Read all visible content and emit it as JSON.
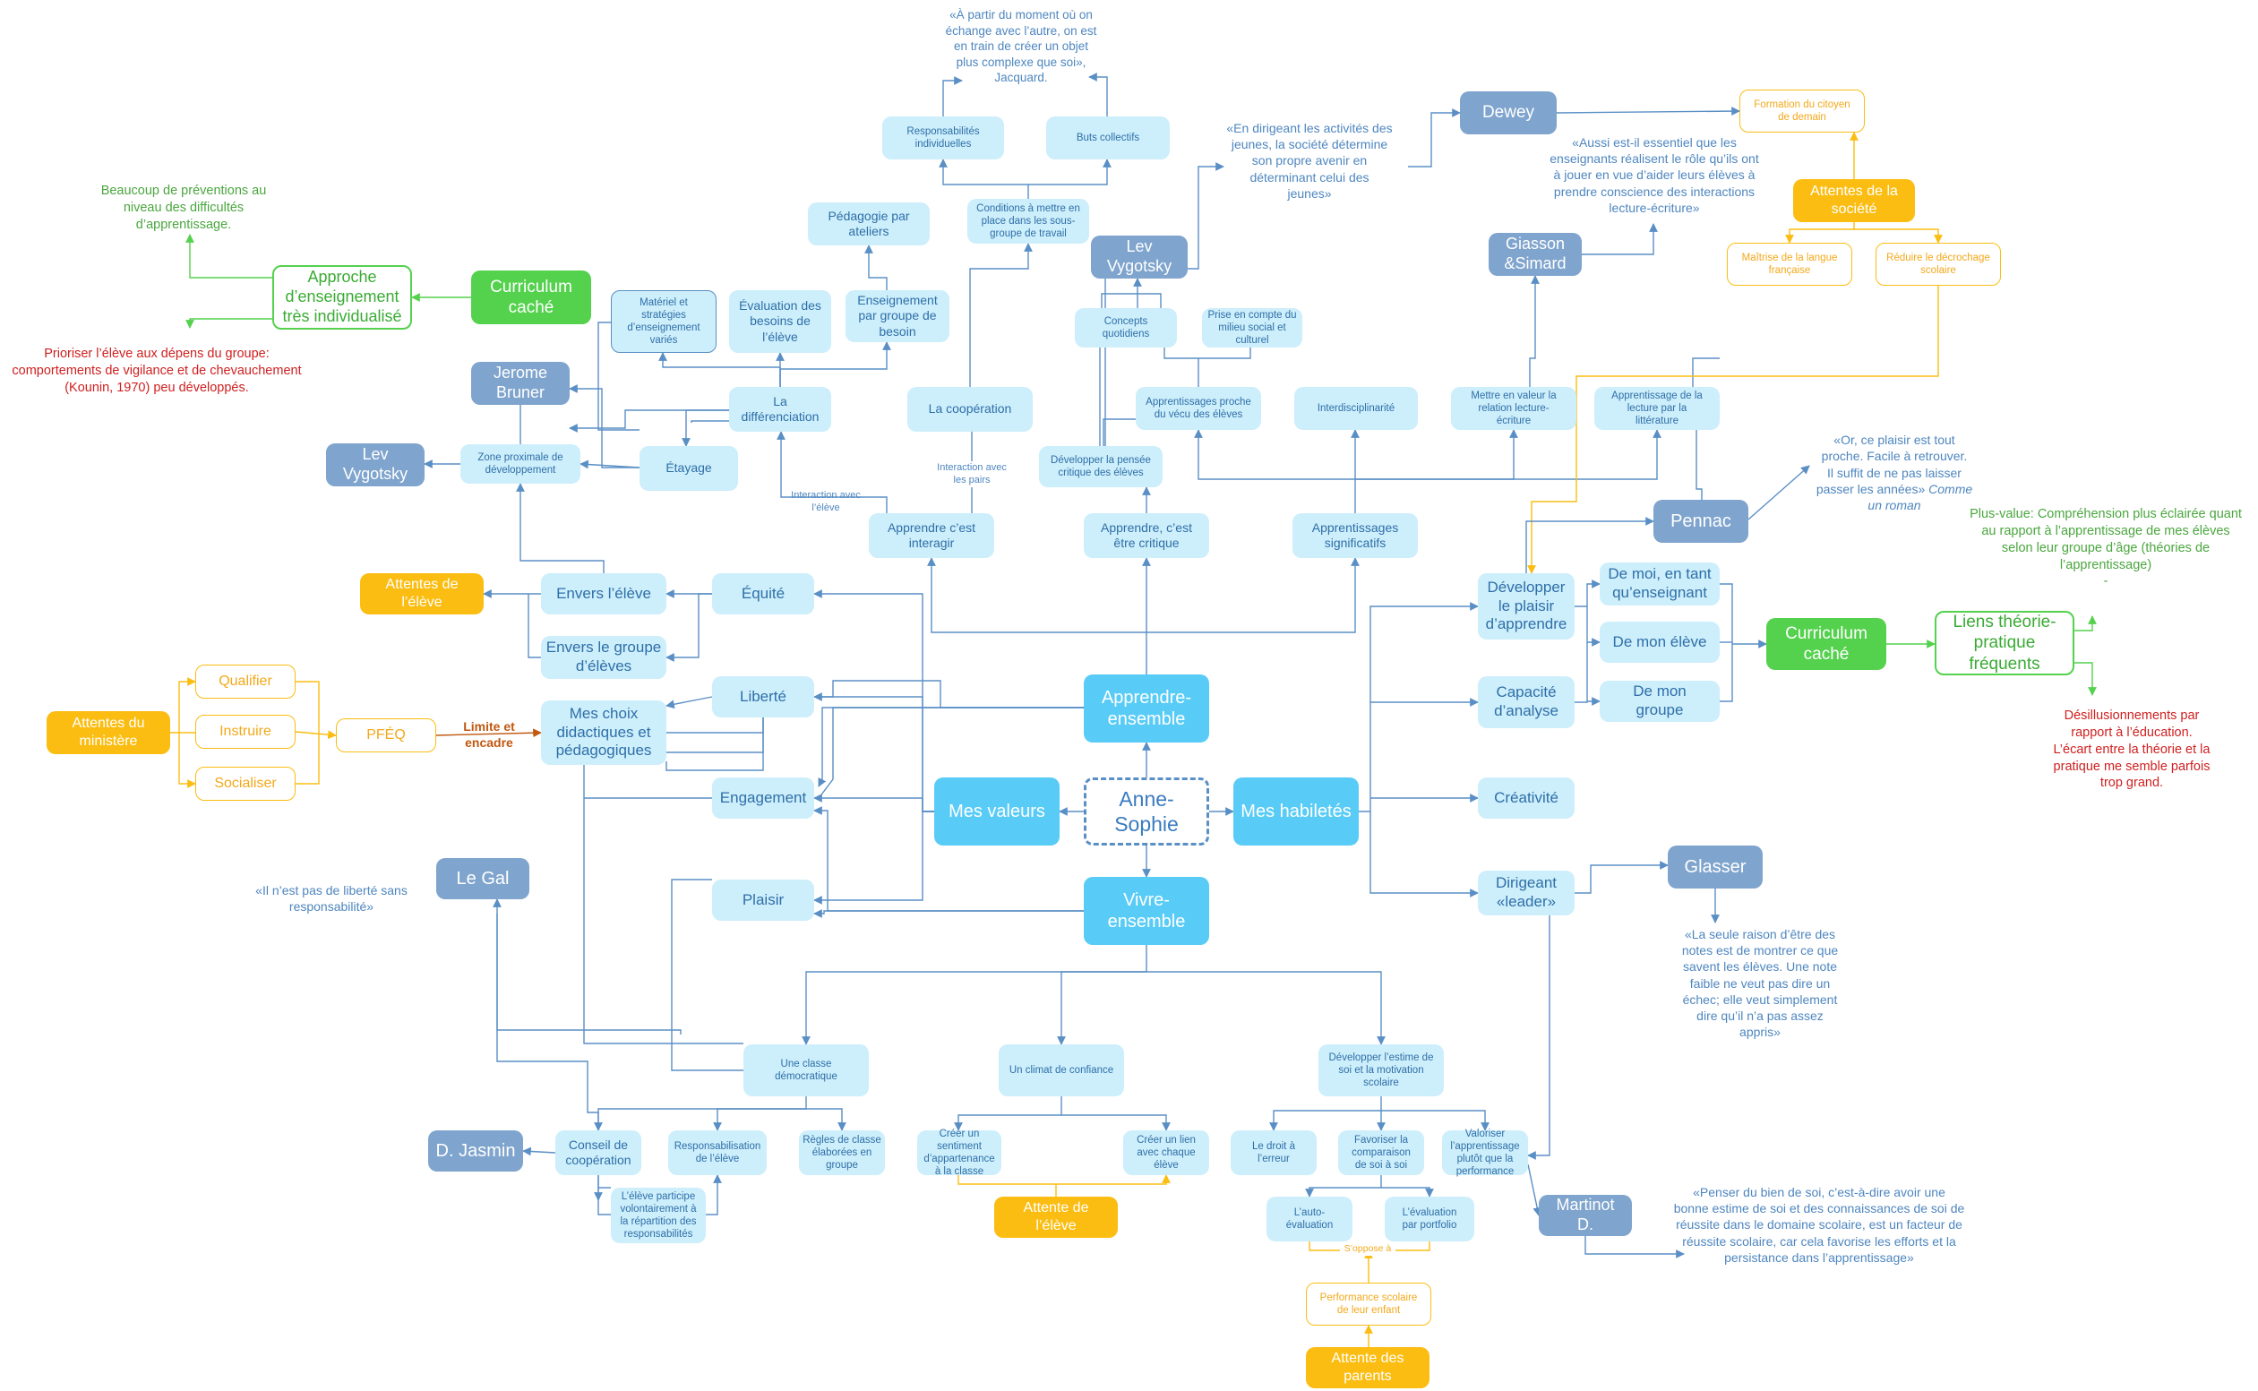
{
  "center": "Anne-Sophie",
  "main": {
    "apprendre": "Apprendre-\nensemble",
    "vivre": "Vivre-\nensemble",
    "valeurs": "Mes valeurs",
    "habiletes": "Mes habiletés"
  },
  "apprendre_branch": {
    "interagir": "Apprendre c’est\ninteragir",
    "critique": "Apprendre, c’est\nêtre critique",
    "significatifs": "Apprentissages\nsignificatifs",
    "cooperation": "La coopération",
    "differenciation": "La\ndifférenciation",
    "etayage": "Étayage",
    "zone": "Zone proximale de\ndéveloppement",
    "vygotsky_left": "Lev\nVygotsky",
    "bruner": "Jerome\nBruner",
    "materiel": "Matériel et\nstratégies\nd’enseignement\nvariés",
    "evaluation": "Évaluation des\nbesoins de\nl’élève",
    "enseignement_groupe": "Enseignement\npar groupe de\nbesoin",
    "pedagogie": "Pédagogie  par\nateliers",
    "conditions": "Conditions à mettre en\nplace dans les sous-\ngroupe de travail",
    "responsabilites": "Responsabilités\nindividuelles",
    "buts": "Buts collectifs",
    "jacquard": "«À partir du moment où on\néchange avec l’autre, on est\nen train de créer un objet\nplus complexe que soi»,\nJacquard.",
    "interaction_eleve": "Interaction avec\nl’élève",
    "interaction_pairs": "Interaction avec\nles pairs",
    "pensee_critique": "Développer la pensée\ncritique des élèves",
    "vecu": "Apprentissages proche\ndu vécu des élèves",
    "concepts": "Concepts\nquotidiens",
    "vygotsky_top": "Lev\nVygotsky",
    "milieu": "Prise en compte du\nmilieu social et\nculturel",
    "dewey_quote": "«En dirigeant les activités des\njeunes, la société détermine\nson propre avenir en\ndéterminant celui des\njeunes»",
    "dewey": "Dewey",
    "interdisciplinarite": "Interdisciplinarité",
    "relation": "Mettre en valeur la\nrelation lecture-\nécriture",
    "giasson": "Giasson\n&Simard",
    "giasson_quote": "«Aussi est-il essentiel que les\nenseignants réalisent le rôle qu’ils ont\nà jouer en vue d’aider leurs élèves à\nprendre conscience des interactions\nlecture-écriture»",
    "lecture_litterature": "Apprentissage de la\nlecture par la\nlittérature",
    "attentes_societe": "Attentes de la\nsociété",
    "citoyen": "Formation du citoyen\nde demain",
    "langue": "Maîtrise de la langue\nfrançaise",
    "decrochage": "Réduire le décrochage\nscolaire"
  },
  "valeurs_branch": {
    "equite": "Équité",
    "liberte": "Liberté",
    "engagement": "Engagement",
    "plaisir": "Plaisir",
    "envers_eleve": "Envers l’élève",
    "envers_groupe": "Envers le groupe\nd’élèves",
    "attentes_eleve_top": "Attentes de\nl’élève",
    "choix": "Mes choix\ndidactiques et\npédagogiques",
    "limite": "Limite et\nencadre",
    "pfeq": "PFÉQ",
    "qualifier": "Qualifier",
    "instruire": "Instruire",
    "socialiser": "Socialiser",
    "attentes_ministere": "Attentes du\nministère",
    "le_gal": "Le Gal",
    "le_gal_quote": "«Il n’est pas de liberté sans\nresponsabilité»",
    "curriculum_left": "Curriculum\ncaché",
    "approche": "Approche\nd’enseignement\ntrès individualisé",
    "preventions": "Beaucoup de préventions au\nniveau des difficultés\nd’apprentissage.",
    "prioriser": "Prioriser l’élève aux dépens du groupe:\ncomportements de vigilance et de chevauchement\n(Kounin, 1970) peu développés."
  },
  "vivre_branch": {
    "classe_democratique": "Une classe\ndémocratique",
    "climat": "Un climat de confiance",
    "estime": "Développer l’estime de\nsoi et la motivation\nscolaire",
    "conseil": "Conseil de\ncoopération",
    "jasmin": "D. Jasmin",
    "responsabilisation": "Responsabilisation\nde l’élève",
    "regles": "Règles de classe\nélaborées en\ngroupe",
    "volontaire": "L’élève participe\nvolontairement à\nla répartition des\nresponsabilités",
    "sentiment": "Créer un\nsentiment\nd’appartenance\nà la classe",
    "lien": "Créer un lien\navec chaque\nélève",
    "attente_eleve_bottom": "Attente de\nl’élève",
    "droit_erreur": "Le droit à\nl’erreur",
    "comparaison": "Favoriser la\ncomparaison\nde soi à soi",
    "valoriser": "Valoriser\nl’apprentissage\nplutôt que la\nperformance",
    "auto_evaluation": "L’auto-\névaluation",
    "portfolio": "L’évaluation\npar portfolio",
    "soppose": "S’oppose à",
    "performance": "Performance scolaire\nde leur enfant",
    "attente_parents": "Attente des\nparents",
    "martinot": "Martinot\nD.",
    "martinot_quote": "«Penser du bien de soi, c’est-à-dire avoir une\nbonne estime de soi et des connaissances de soi de\nréussite dans le domaine scolaire, est un facteur de\nréussite scolaire, car cela favorise les efforts et la\npersistance dans l’apprentissage»"
  },
  "habiletes_branch": {
    "plaisir_apprendre": "Développer\nle plaisir\nd’apprendre",
    "analyse": "Capacité\nd’analyse",
    "creativite": "Créativité",
    "dirigeant": "Dirigeant\n«leader»",
    "de_moi": "De moi, en tant\nqu’enseignant",
    "de_eleve": "De  mon élève",
    "de_groupe": "De  mon\ngroupe",
    "curriculum_right": "Curriculum\ncaché",
    "liens": "Liens théorie-\npratique\nfréquents",
    "plus_value": "Plus-value: Compréhension plus éclairée quant\nau rapport à l’apprentissage de mes élèves\nselon leur groupe d’âge (théories de\nl’apprentissage)\n-",
    "desillusionnements": "Désillusionnements par\nrapport à l’éducation.\nL’écart entre la théorie et la\npratique me semble parfois\ntrop grand.",
    "pennac": "Pennac",
    "pennac_quote_main": "«Or, ce plaisir est tout\nproche. Facile à retrouver.\nIl suffit de ne pas laisser\npasser les années»",
    "pennac_quote_italic": "Comme\nun roman",
    "glasser": "Glasser",
    "glasser_quote": "«La seule raison d’être des\nnotes est de montrer ce que\nsavent les élèves. Une note\nfaible ne veut pas dire un\néchec; elle veut simplement\ndire qu’il n’a pas assez\nappris»"
  },
  "colors": {
    "light_blue_box": "#cdeefb",
    "main_box": "#58ccf6",
    "author_box": "#7fa4cd",
    "orange": "#fbbd12",
    "green": "#54d14d",
    "connector": "#5a8fc5",
    "quote_text": "#4e86bf",
    "red_text": "#d02020"
  }
}
